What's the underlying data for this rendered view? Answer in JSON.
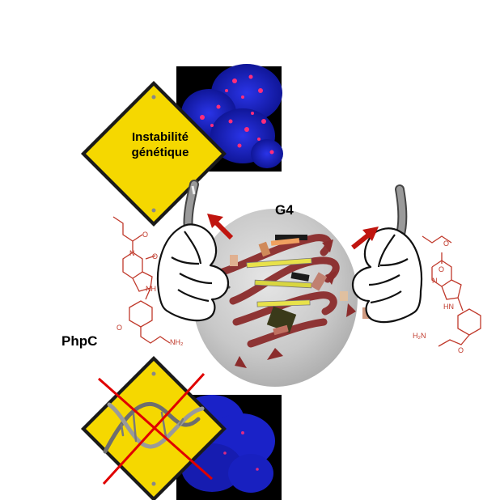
{
  "sign_top": {
    "line1": "Instabilité",
    "line2": "génétique"
  },
  "g4_label": "G4",
  "phpc_label": "PhpC",
  "chem_left": {
    "nh": "NH",
    "o": "O",
    "n": "N",
    "nh2": "NH₂"
  },
  "chem_right": {
    "hn": "HN",
    "o": "O",
    "n": "N",
    "h2n": "H₂N"
  },
  "colors": {
    "sign_yellow": "#f5d800",
    "chem_red": "#c0392b",
    "arrow_red": "#c0150f",
    "dna_ribbon": "#8b2c2c",
    "nucleus_blue": "#1a22c8",
    "foci_pink": "#ff2d7a",
    "cross_red": "#e00000",
    "sphere_grey": "#c4c4c4"
  },
  "icons": [
    "warning-sign",
    "warning-sign-crossed",
    "nucleus-image",
    "tweezers",
    "hand",
    "g4-quadruplex",
    "pull-arrow"
  ]
}
